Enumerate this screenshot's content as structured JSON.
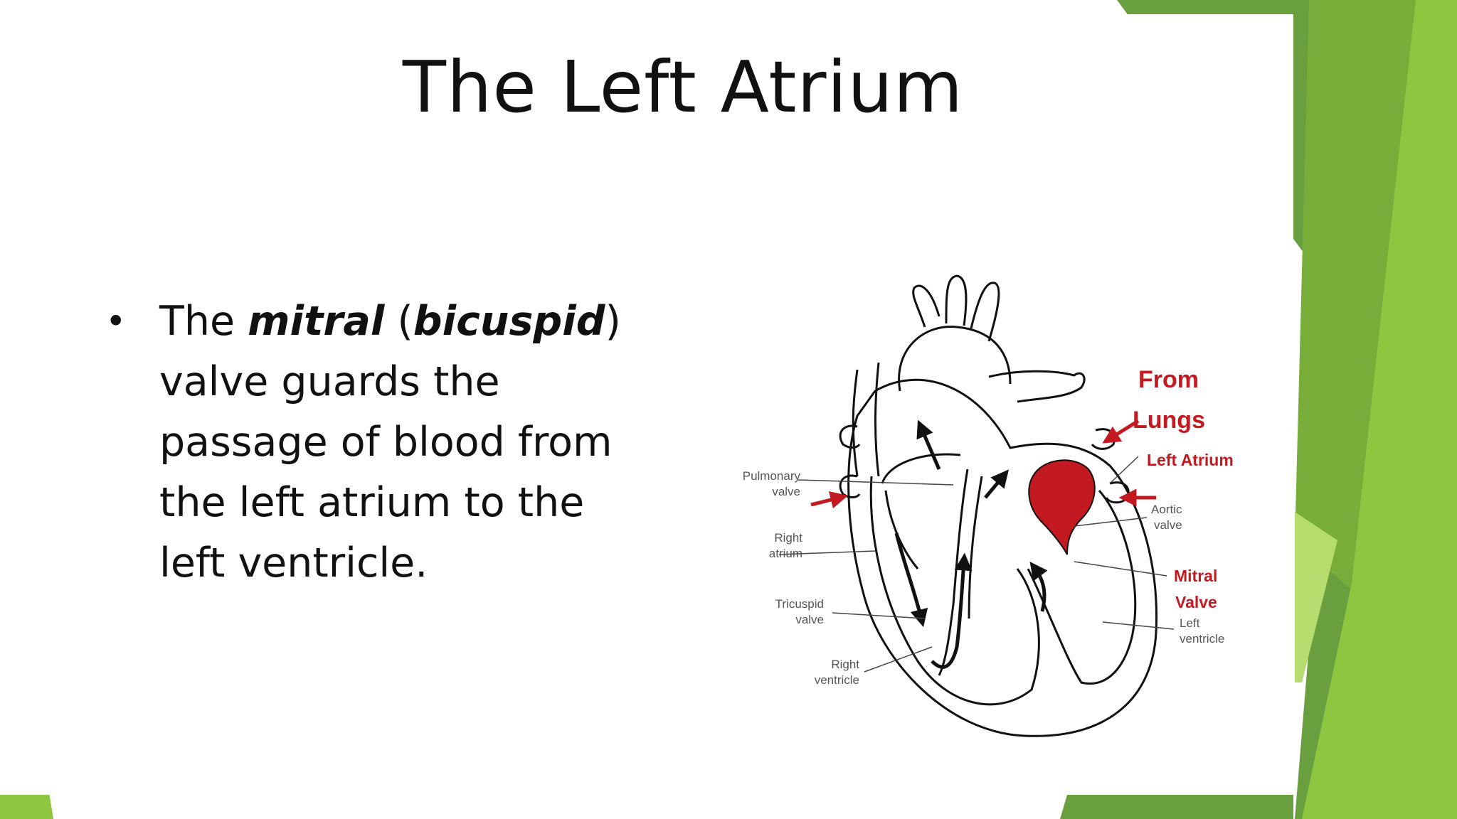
{
  "slide": {
    "title": "The Left Atrium",
    "bullet": {
      "marker": "•",
      "text_1": "The ",
      "text_mitral": "mitral",
      "text_2": " (",
      "text_bicuspid": "bicuspid",
      "text_3": ") valve guards the passage of blood from the left atrium to the left ventricle."
    }
  },
  "diagram": {
    "labels": {
      "pulmonary_1": "Pulmonary",
      "pulmonary_2": "valve",
      "right_atrium_1": "Right",
      "right_atrium_2": "atrium",
      "tricuspid_1": "Tricuspid",
      "tricuspid_2": "valve",
      "right_ventricle_1": "Right",
      "right_ventricle_2": "ventricle",
      "aortic_1": "Aortic",
      "aortic_2": "valve",
      "left_ventricle_1": "Left",
      "left_ventricle_2": "ventricle"
    },
    "red_labels": {
      "from": "From",
      "lungs": "Lungs",
      "left_atrium": "Left Atrium",
      "mitral": "Mitral",
      "valve": "Valve"
    }
  },
  "colors": {
    "accent_red": "#c31920",
    "green_dark": "#5f9b3a",
    "green_mid": "#78ad3a",
    "green_light": "#8ec63f"
  }
}
